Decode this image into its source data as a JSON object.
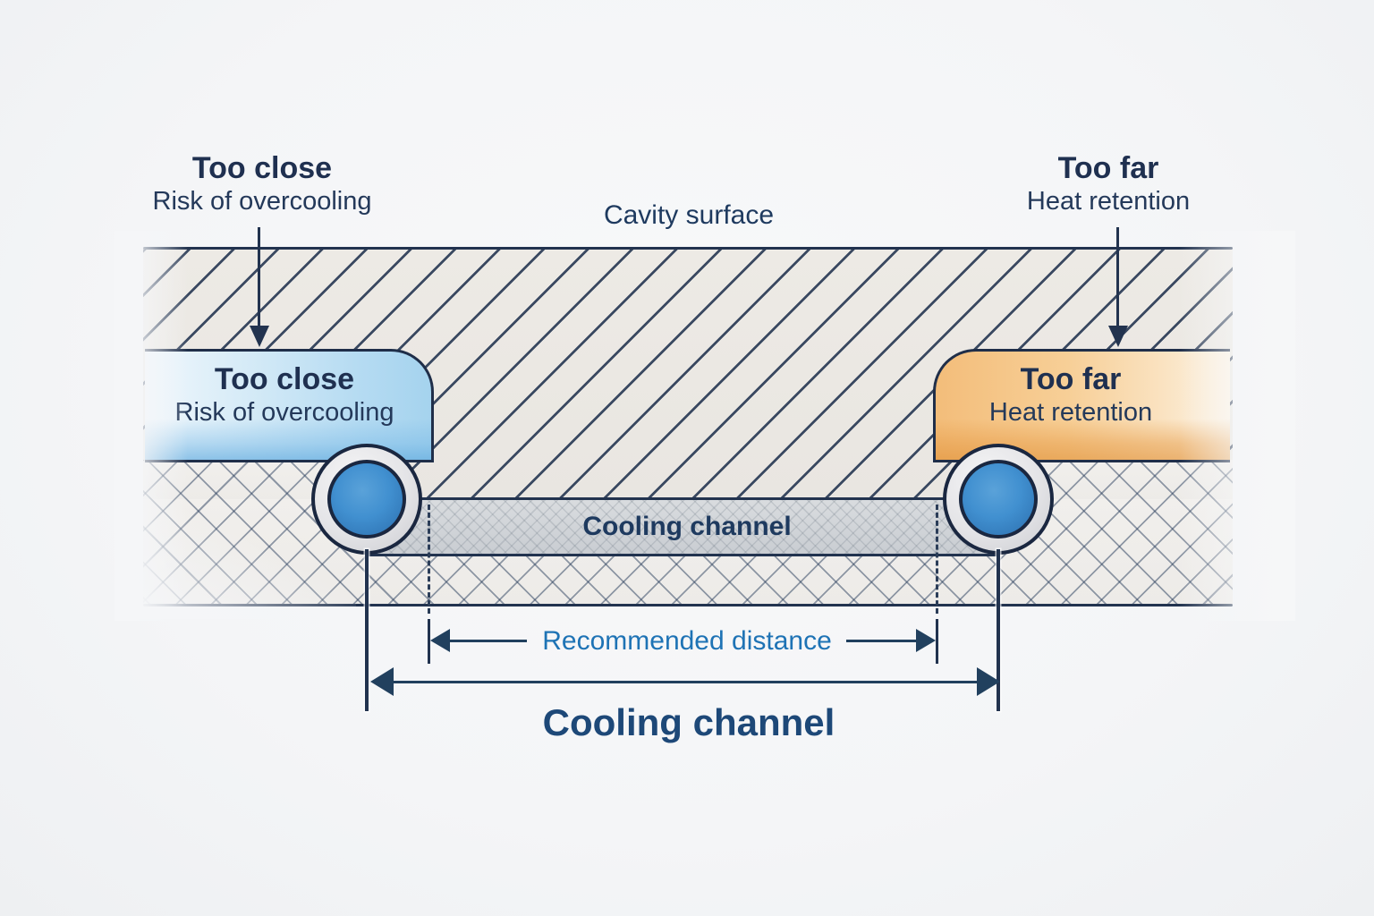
{
  "figure": {
    "top_annotations": {
      "left": {
        "heading": "Too close",
        "subtext": "Risk of overcooling"
      },
      "center_label": "Cavity surface",
      "right": {
        "heading": "Too far",
        "subtext": "Heat retention"
      }
    },
    "callout_boxes": {
      "too_close": {
        "heading": "Too close",
        "subtext": "Risk of overcooling"
      },
      "too_far": {
        "heading": "Too far",
        "subtext": "Heat retention"
      }
    },
    "channel_band_label": "Cooling channel",
    "dimensions": {
      "recommended_distance_label": "Recommended distance",
      "overall_label": "Cooling channel"
    },
    "colors": {
      "outline_navy": "#22334f",
      "heading_text": "#1f3050",
      "recommended_text": "#1e73b5",
      "title_text": "#1d4878",
      "pipe_blue": "#4190d0",
      "too_close_blue": "#a5d3ee",
      "too_far_orange": "#f3bd7a",
      "channel_gray": "#d0d4d8"
    }
  }
}
